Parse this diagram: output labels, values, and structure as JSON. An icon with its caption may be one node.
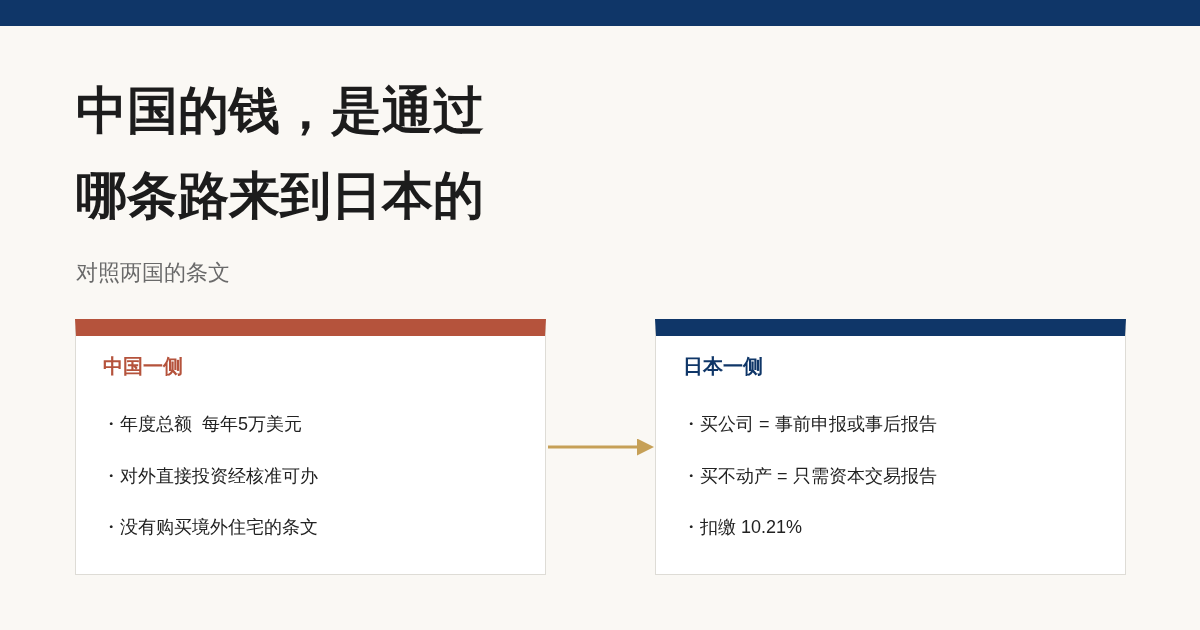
{
  "diagram": {
    "title": "中国的钱，是通过哪条路来到日本的",
    "nodes": [
      {
        "text": [
          "中国一侧",
          "・年度总额  每年5万美元",
          "・对外直接投资经核准可办",
          "・没有购买境外住宅的条文"
        ]
      },
      {
        "text": [
          "日本一侧",
          "・买公司 = 事前申报或事后报告",
          "・买不动产 = 只需资本交易报告",
          "・扣缴 10.21%"
        ]
      }
    ],
    "edges": [
      {
        "from": 0,
        "to": 1,
        "arrow": "to",
        "color": "#c6a057"
      }
    ],
    "labels": [
      "对照两国的条文"
    ]
  }
}
